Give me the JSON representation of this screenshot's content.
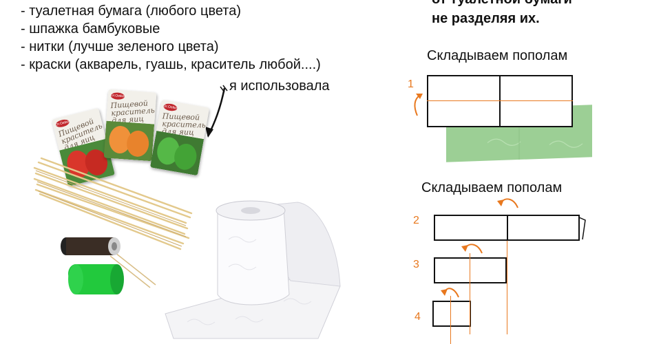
{
  "materials": [
    "- туалетная бумага (любого цвета)",
    "- шпажка бамбуковые",
    "- нитки (лучше зеленого цвета)",
    "- краски (акварель, гуашь, краситель любой....)"
  ],
  "used_note": "я использовала",
  "packets": [
    {
      "brand": "Dr.Oetker",
      "label": "Пищевой краситель для яиц",
      "color": "#d9362b"
    },
    {
      "brand": "Dr.Oetker",
      "label": "Пищевой краситель для яиц",
      "color": "#f0913a"
    },
    {
      "brand": "Dr.Oetker",
      "label": "Пищевой краситель для яиц",
      "color": "#55b847"
    }
  ],
  "right_header": {
    "line1": "от туалетной бумаги",
    "line2": "не разделяя их."
  },
  "fold_steps": {
    "title1": "Складываем пополам",
    "title2": "Складываем пополам",
    "n1": "1",
    "n2": "2",
    "n3": "3",
    "n4": "4"
  },
  "colors": {
    "accent": "#e8781e",
    "napkin_green": "#9ccf95"
  }
}
